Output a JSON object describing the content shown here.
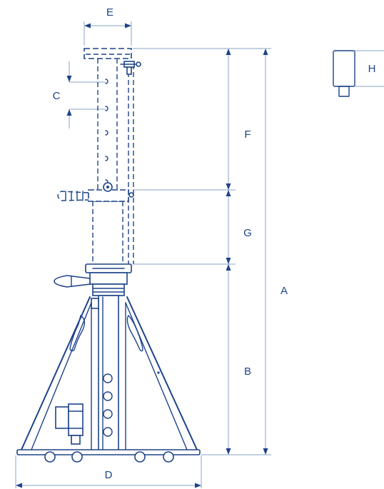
{
  "diagram": {
    "stroke_color": "#1d4389",
    "dimension_color": "#8aa3c9",
    "labels": {
      "a": "A",
      "b": "B",
      "c": "C",
      "d": "D",
      "e": "E",
      "f": "F",
      "g": "G",
      "h": "H"
    }
  }
}
